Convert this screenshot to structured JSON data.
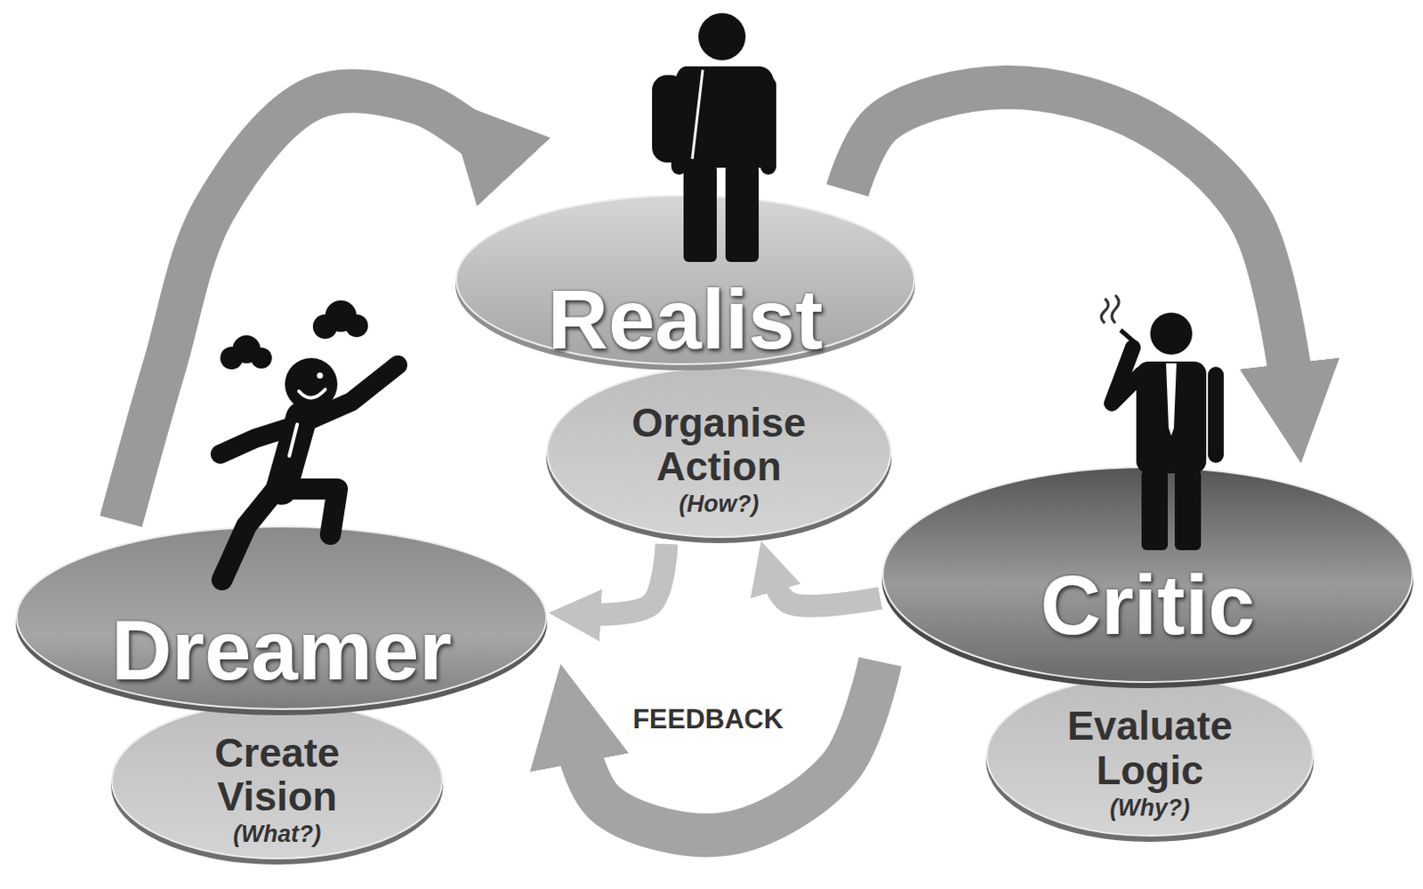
{
  "diagram": {
    "nodes": [
      {
        "text": [
          "Realist"
        ]
      },
      {
        "text": [
          "Organise Action",
          "(How?)"
        ]
      },
      {
        "text": [
          "Dreamer"
        ]
      },
      {
        "text": [
          "Create Vision",
          "(What?)"
        ]
      },
      {
        "text": [
          "Critic"
        ]
      },
      {
        "text": [
          "Evaluate Logic",
          "(Why?)"
        ]
      }
    ],
    "edges": [
      {
        "from": 2,
        "to": 0,
        "arrow": "to"
      },
      {
        "from": 0,
        "to": 4,
        "arrow": "to"
      },
      {
        "from": 4,
        "to": 2,
        "arrow": "to"
      },
      {
        "from": 1,
        "to": 2,
        "arrow": "to"
      },
      {
        "from": 4,
        "to": 1,
        "arrow": "to"
      }
    ],
    "labels": [
      "FEEDBACK"
    ]
  }
}
